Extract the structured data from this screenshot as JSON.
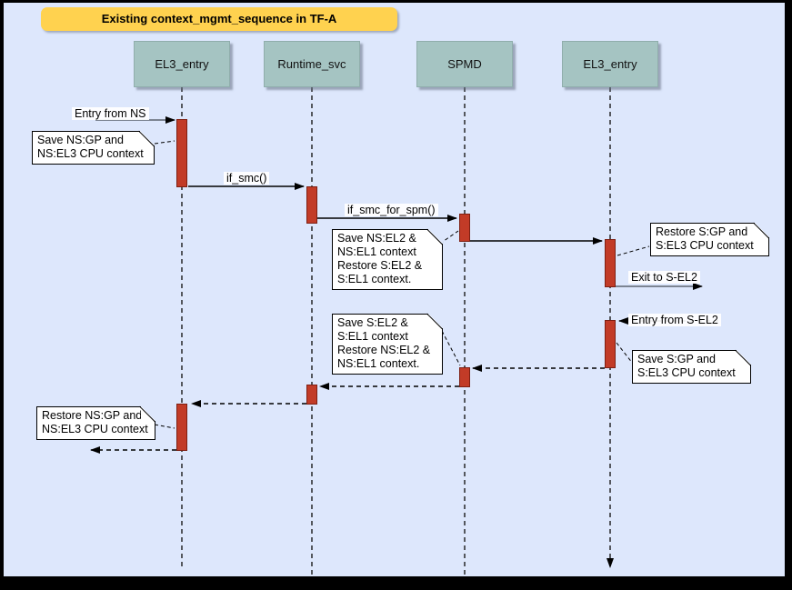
{
  "title": "Existing context_mgmt_sequence in TF-A",
  "actors": [
    {
      "label": "EL3_entry"
    },
    {
      "label": "Runtime_svc"
    },
    {
      "label": "SPMD"
    },
    {
      "label": "EL3_entry"
    }
  ],
  "messages": {
    "entry_from_ns": "Entry from NS",
    "if_smc": "if_smc()",
    "if_smc_for_spm": "if_smc_for_spm()",
    "exit_to_s_el2": "Exit to S-EL2",
    "entry_from_s_el2": "Entry from S-EL2"
  },
  "notes": [
    {
      "text": "Save NS:GP and\nNS:EL3 CPU context"
    },
    {
      "text": "Save NS:EL2 &\nNS:EL1 context\nRestore S:EL2 &\nS:EL1 context."
    },
    {
      "text": "Restore S:GP and\nS:EL3 CPU context"
    },
    {
      "text": "Save S:EL2 &\nS:EL1 context\nRestore NS:EL2 &\nNS:EL1 context."
    },
    {
      "text": "Save S:GP and\nS:EL3 CPU context"
    },
    {
      "text": "Restore NS:GP and\nNS:EL3 CPU context"
    }
  ],
  "colors": {
    "background": "#dde7fc",
    "frame": "#000000",
    "title_bg": "#ffd24f",
    "actor_bg": "#a5c4c2",
    "activation_fill": "#c23b27",
    "activation_border": "#7e1f12",
    "note_bg": "#ffffff",
    "line": "#000000",
    "gray_line": "#5d646e"
  }
}
